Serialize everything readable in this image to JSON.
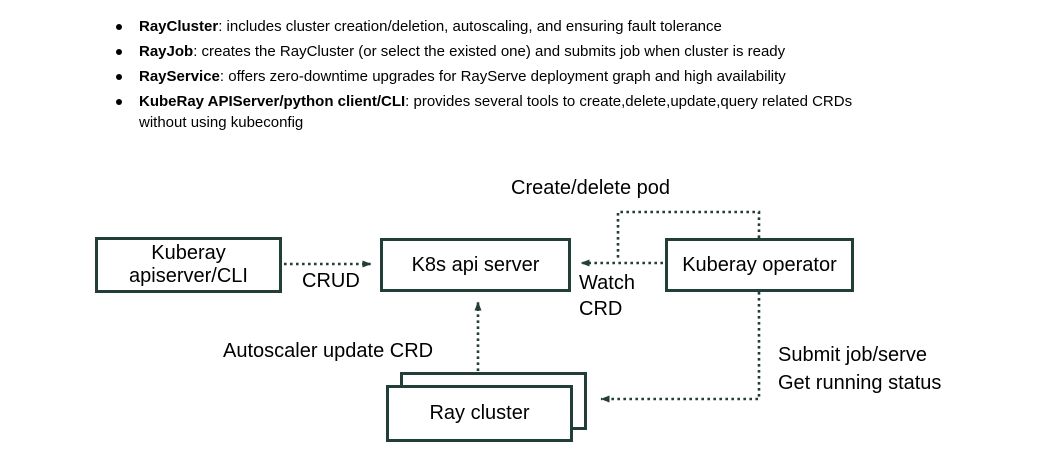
{
  "bullets": [
    {
      "term": "RayCluster",
      "desc": ": includes cluster creation/deletion, autoscaling, and ensuring fault tolerance"
    },
    {
      "term": "RayJob",
      "desc": ": creates the RayCluster (or select the existed one) and submits job when cluster is ready"
    },
    {
      "term": "RayService",
      "desc": ": offers zero-downtime upgrades for RayServe deployment graph and high availability"
    },
    {
      "term": "KubeRay APIServer/python client/CLI",
      "desc": ": provides several tools to create,delete,update,query related CRDs without using kubeconfig"
    }
  ],
  "diagram": {
    "nodes": {
      "apiserver_cli": {
        "line1": "Kuberay",
        "line2": "apiserver/CLI"
      },
      "k8s_api_server": {
        "label": "K8s api server"
      },
      "kuberay_operator": {
        "label": "Kuberay operator"
      },
      "ray_cluster": {
        "label": "Ray cluster"
      }
    },
    "edges": {
      "crud": {
        "label": "CRUD"
      },
      "watch_crd": {
        "line1": "Watch",
        "line2": "CRD"
      },
      "create_delete_pod": {
        "label": "Create/delete pod"
      },
      "autoscaler_update_crd": {
        "label": "Autoscaler update CRD"
      },
      "submit_get_status": {
        "line1": "Submit job/serve",
        "line2": "Get running status"
      }
    },
    "colors": {
      "box_border": "#213e38",
      "arrow": "#213e38",
      "text": "#000000"
    }
  }
}
